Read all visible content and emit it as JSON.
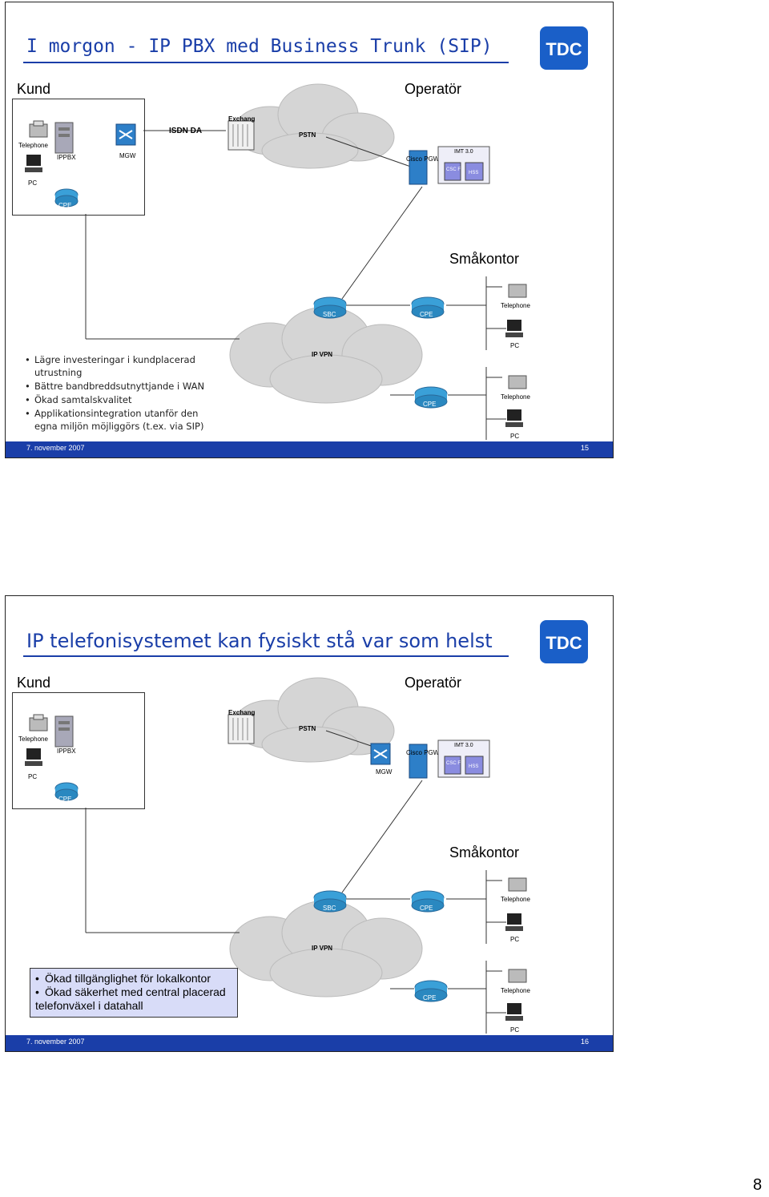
{
  "slide1": {
    "title": "I morgon - IP PBX med Business Trunk (SIP)",
    "kund": "Kund",
    "operator": "Operatör",
    "smakontor": "Småkontor",
    "labels": {
      "telephone": "Telephone",
      "pc": "PC",
      "ippbx": "IPPBX",
      "cpe": "CPE",
      "mgw": "MGW",
      "isdn_da": "ISDN DA",
      "exchange": "Exchang",
      "pstn": "PSTN",
      "cisco_pgw": "Cisco PGW",
      "imt": "IMT 3.0",
      "cscf": "CSC F",
      "hss": "HSS",
      "sbc": "SBC",
      "ip_vpn": "IP VPN"
    },
    "bullets": [
      "Lägre investeringar i kundplacerad",
      "utrustning",
      "Bättre bandbreddsutnyttjande i WAN",
      "Ökad samtalskvalitet",
      "Applikationsintegration utanför den",
      "egna miljön möjliggörs (t.ex. via SIP)"
    ],
    "footer_date": "7. november 2007",
    "footer_num": "15"
  },
  "slide2": {
    "title": "IP telefonisystemet kan fysiskt stå var som helst",
    "kund": "Kund",
    "operator": "Operatör",
    "smakontor": "Småkontor",
    "labels": {
      "telephone": "Telephone",
      "pc": "PC",
      "ippbx": "IPPBX",
      "cpe": "CPE",
      "mgw": "MGW",
      "exchange": "Exchang",
      "pstn": "PSTN",
      "cisco_pgw": "Cisco PGW",
      "imt": "IMT 3.0",
      "cscf": "CSC F",
      "hss": "HSS",
      "sbc": "SBC",
      "ip_vpn": "IP VPN"
    },
    "bullets": [
      "Ökad tillgänglighet för lokalkontor",
      "Ökad säkerhet med central placerad",
      "telefonväxel i datahall"
    ],
    "footer_date": "7. november 2007",
    "footer_num": "16"
  },
  "logo_text": "TDC",
  "page_number": "8",
  "colors": {
    "brand_blue": "#1a3ea8",
    "cloud": "#d7d7d7",
    "cpe_blue": "#3aa0d8",
    "imt_purple": "#8a8ce0"
  }
}
